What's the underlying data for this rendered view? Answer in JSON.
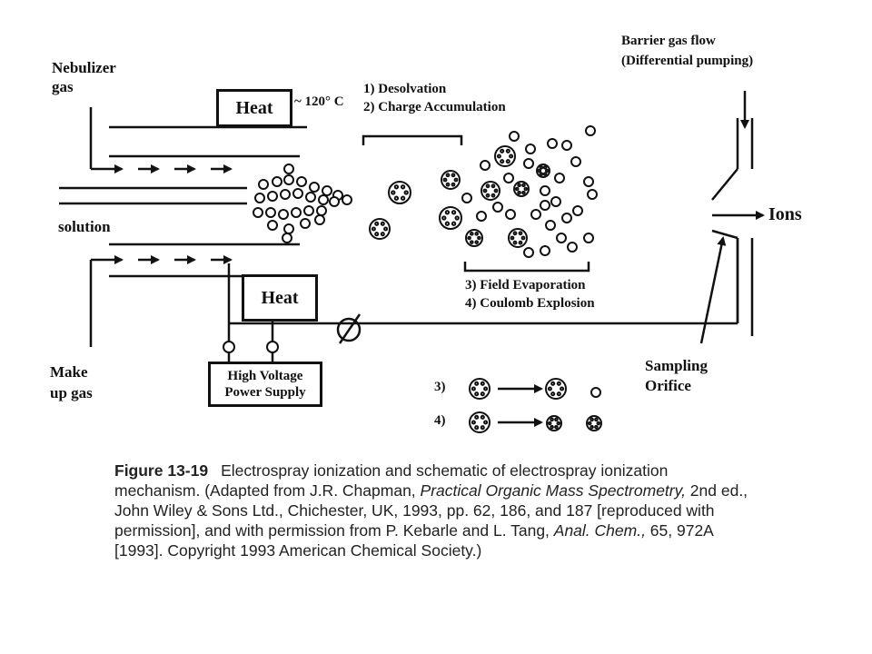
{
  "labels": {
    "nebulizer_gas": [
      "Nebulizer",
      "gas"
    ],
    "solution": "solution",
    "make_up_gas": [
      "Make",
      "up gas"
    ],
    "heat_top": "Heat",
    "temperature": "~ 120° C",
    "heat_bottom": "Heat",
    "power_supply": [
      "High Voltage",
      "Power Supply"
    ],
    "steps_top": [
      "1) Desolvation",
      "2) Charge Accumulation"
    ],
    "steps_bottom": [
      "3) Field Evaporation",
      "4) Coulomb Explosion"
    ],
    "barrier_gas": [
      "Barrier gas flow",
      "(Differential pumping)"
    ],
    "ions": "Ions",
    "sampling_orifice": [
      "Sampling",
      "Orifice"
    ],
    "mechanism_3": "3)",
    "mechanism_4": "4)"
  },
  "caption": {
    "figure_number": "Figure 13-19",
    "text_1": "Electrospray ionization and schematic of electrospray ionization mechanism. (Adapted from J.R. Chapman, ",
    "book_title": "Practical Organic Mass Spectrometry,",
    "text_2": " 2nd ed., John Wiley & Sons Ltd., Chichester, UK, 1993, pp. 62, 186, and 187 [reproduced with permission], and with permission from P. Kebarle and L. Tang, ",
    "journal": "Anal. Chem.,",
    "text_3": " 65, 972A [1993]. Copyright 1993 American Chemical Society.)"
  }
}
